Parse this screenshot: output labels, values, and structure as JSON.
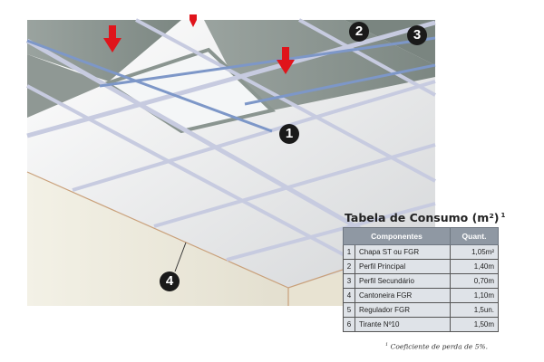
{
  "illustration": {
    "callouts": [
      "1",
      "2",
      "3",
      "4"
    ],
    "colors": {
      "arrow": "#e0141b",
      "profile": "#c7cbe0",
      "profile_dark": "#7d97c8",
      "panel": "#8a9590",
      "edge": "#c9a07a"
    }
  },
  "table": {
    "title": "Tabela de Consumo (m²)",
    "title_note": "1",
    "headers": {
      "number": "",
      "component": "Componentes",
      "quantity": "Quant."
    },
    "rows": [
      {
        "n": "1",
        "component": "Chapa ST ou FGR",
        "quantity": "1,05m²"
      },
      {
        "n": "2",
        "component": "Perfil Principal",
        "quantity": "1,40m"
      },
      {
        "n": "3",
        "component": "Perfil Secundário",
        "quantity": "0,70m"
      },
      {
        "n": "4",
        "component": "Cantoneira FGR",
        "quantity": "1,10m"
      },
      {
        "n": "5",
        "component": "Regulador FGR",
        "quantity": "1,5un."
      },
      {
        "n": "6",
        "component": "Tirante Nº10",
        "quantity": "1,50m"
      }
    ],
    "footnote_mark": "1",
    "footnote": "Coeficiente de perda de 5%."
  }
}
